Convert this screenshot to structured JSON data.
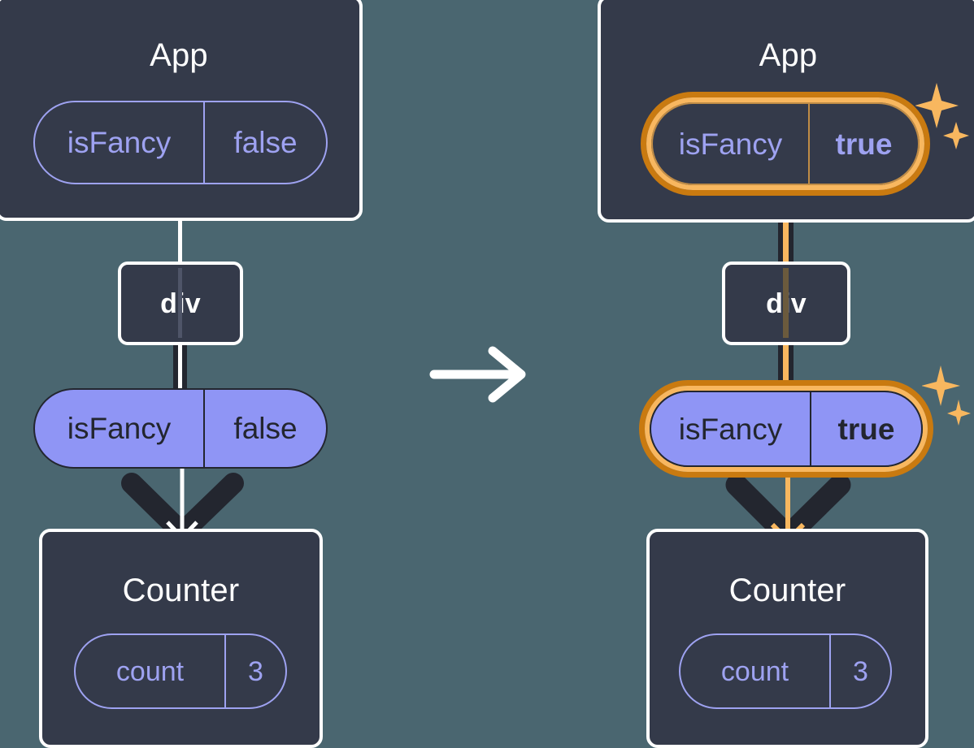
{
  "meta": {
    "background_color": "#4a6670",
    "panel_color": "#343a4a",
    "panel_border_color": "#ffffff",
    "pill_outline_color": "#9ea2f1",
    "pill_solid_color": "#8f95f5",
    "pill_solid_text_color": "#23262f",
    "highlight_outer_color": "#c97a10",
    "highlight_inner_color": "#f8b75f",
    "wire_dark_color": "#23262f",
    "wire_white_color": "#ffffff",
    "sparkle_color": "#f8b75f"
  },
  "transition": {
    "arrow_icon": "arrow-right-icon",
    "label": "→"
  },
  "before": {
    "app": {
      "title": "App",
      "state_pill": {
        "key": "isFancy",
        "value": "false",
        "highlighted": false
      }
    },
    "div": {
      "title": "div"
    },
    "prop_pill": {
      "key": "isFancy",
      "value": "false",
      "highlighted": false
    },
    "counter": {
      "title": "Counter",
      "state_pill": {
        "key": "count",
        "value": "3",
        "highlighted": false
      }
    }
  },
  "after": {
    "app": {
      "title": "App",
      "state_pill": {
        "key": "isFancy",
        "value": "true",
        "highlighted": true
      }
    },
    "div": {
      "title": "div"
    },
    "prop_pill": {
      "key": "isFancy",
      "value": "true",
      "highlighted": true
    },
    "counter": {
      "title": "Counter",
      "state_pill": {
        "key": "count",
        "value": "3",
        "highlighted": false
      }
    },
    "sparkles": {
      "name": "sparkle-icon",
      "count": 2
    }
  }
}
